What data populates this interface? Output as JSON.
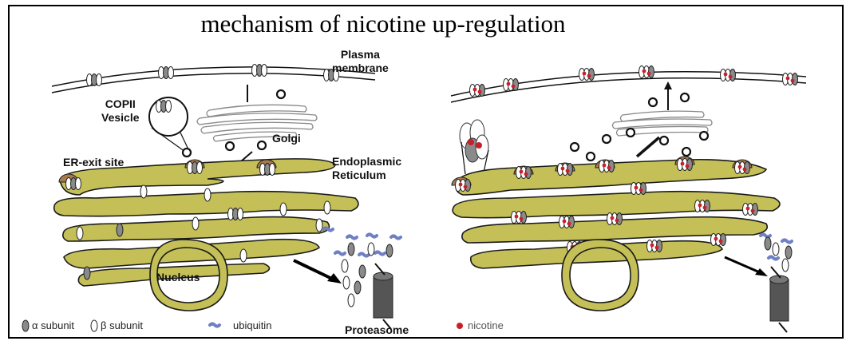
{
  "title": "mechanism of nicotine up-regulation",
  "labels": {
    "plasma_line1": "Plasma",
    "plasma_line2": "membrane",
    "copii_line1": "COPII",
    "copii_line2": "Vesicle",
    "golgi": "Golgi",
    "er_exit": "ER-exit site",
    "er_line1": "Endoplasmic",
    "er_line2": "Reticulum",
    "nucleus": "Nucleus",
    "proteasome": "Proteasome"
  },
  "legend": {
    "alpha": "α subunit",
    "beta": "β subunit",
    "ubiquitin": "ubiquitin",
    "nicotine": "nicotine"
  },
  "colors": {
    "er_fill": "#c4c057",
    "er_stroke": "#1a1a1a",
    "alpha_subunit": "#8a8a8a",
    "beta_subunit": "#ffffff",
    "ubiquitin": "#6f7fc4",
    "nicotine": "#c8202a",
    "exit_site": "#a77a4d",
    "proteasome": "#555555"
  }
}
